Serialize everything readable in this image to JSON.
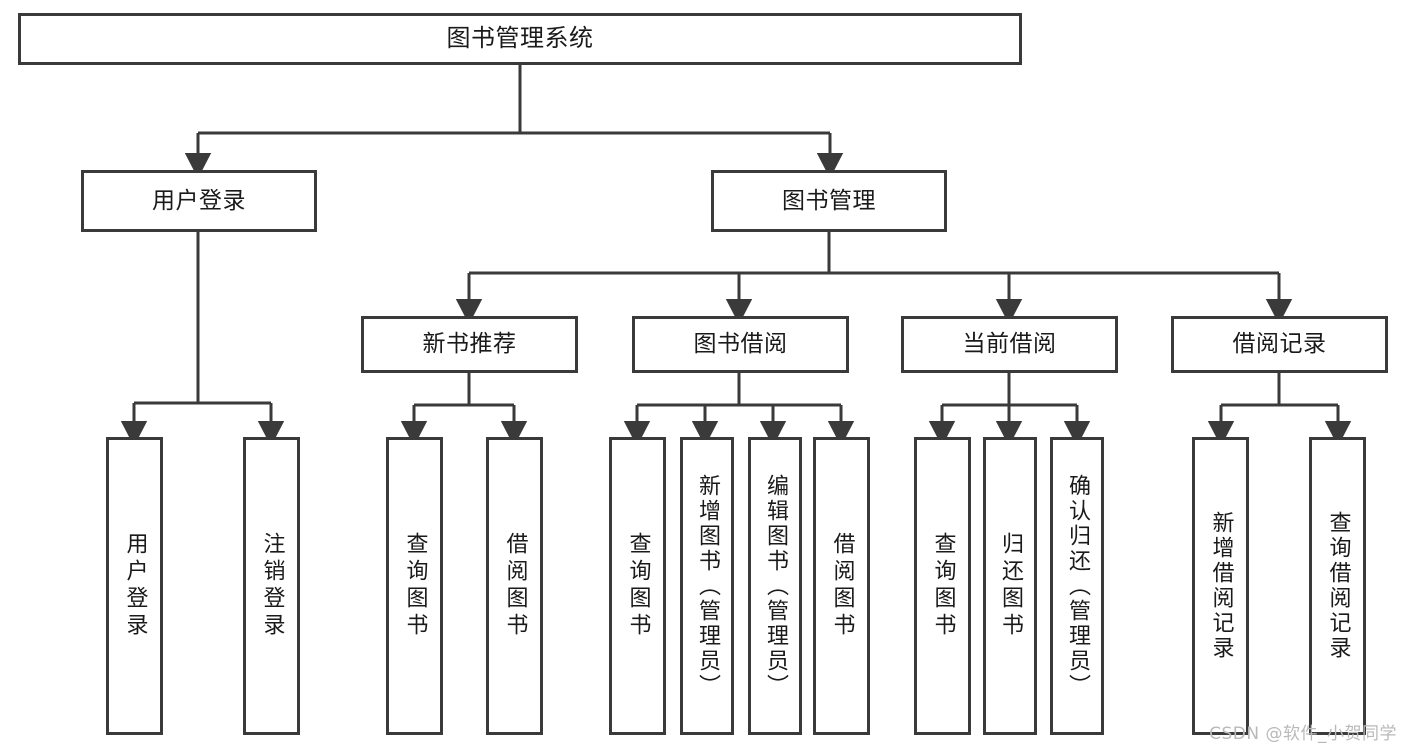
{
  "diagram": {
    "type": "tree-hierarchy-diagram",
    "title": "图书管理系统",
    "watermark": "CSDN @软件_小贺同学",
    "colors": {
      "border": "#3a3a3a",
      "background": "#ffffff",
      "text": "#1a1a1a",
      "watermark": "#b9b9b9"
    },
    "nodes": {
      "root": {
        "label": "图书管理系统"
      },
      "level2": [
        {
          "id": "user-login",
          "label": "用户登录"
        },
        {
          "id": "book-management",
          "label": "图书管理"
        }
      ],
      "level3": [
        {
          "id": "new-book-recommend",
          "label": "新书推荐"
        },
        {
          "id": "book-borrow",
          "label": "图书借阅"
        },
        {
          "id": "current-borrow",
          "label": "当前借阅"
        },
        {
          "id": "borrow-record",
          "label": "借阅记录"
        }
      ],
      "leaves": {
        "user-login": [
          {
            "id": "leaf-user-login",
            "label": "用户登录"
          },
          {
            "id": "leaf-logout-login",
            "label": "注销登录"
          }
        ],
        "new-book-recommend": [
          {
            "id": "leaf-query-book-1",
            "label": "查询图书"
          },
          {
            "id": "leaf-borrow-book-1",
            "label": "借阅图书"
          }
        ],
        "book-borrow": [
          {
            "id": "leaf-query-book-2",
            "label": "查询图书"
          },
          {
            "id": "leaf-add-book-admin",
            "label": "新增图书（管理员）"
          },
          {
            "id": "leaf-edit-book-admin",
            "label": "编辑图书（管理员）"
          },
          {
            "id": "leaf-borrow-book-2",
            "label": "借阅图书"
          }
        ],
        "current-borrow": [
          {
            "id": "leaf-query-book-3",
            "label": "查询图书"
          },
          {
            "id": "leaf-return-book",
            "label": "归还图书"
          },
          {
            "id": "leaf-confirm-return-admin",
            "label": "确认归还（管理员）"
          }
        ],
        "borrow-record": [
          {
            "id": "leaf-add-borrow-record",
            "label": "新增借阅记录"
          },
          {
            "id": "leaf-query-borrow-record",
            "label": "查询借阅记录"
          }
        ]
      }
    }
  }
}
